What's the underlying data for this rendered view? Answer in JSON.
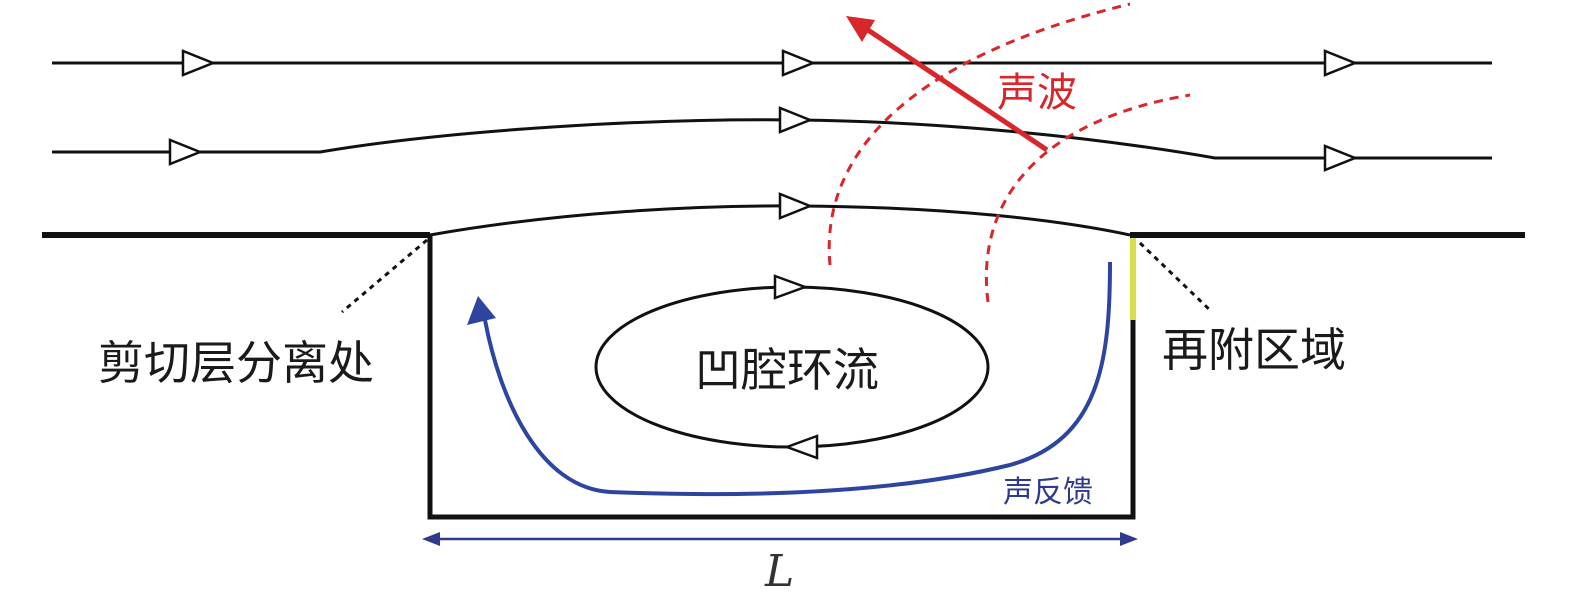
{
  "labels": {
    "acoustic_wave": "声波",
    "separation": "剪切层分离处",
    "reattachment": "再附区域",
    "cavity_flow": "凹腔环流",
    "acoustic_feedback": "声反馈",
    "length": "L"
  },
  "colors": {
    "line": "#111111",
    "acoustic": "#d9262b",
    "feedback": "#2e45a0",
    "dimension": "#2e3a8c",
    "reattach_marker": "#d6e04a"
  }
}
